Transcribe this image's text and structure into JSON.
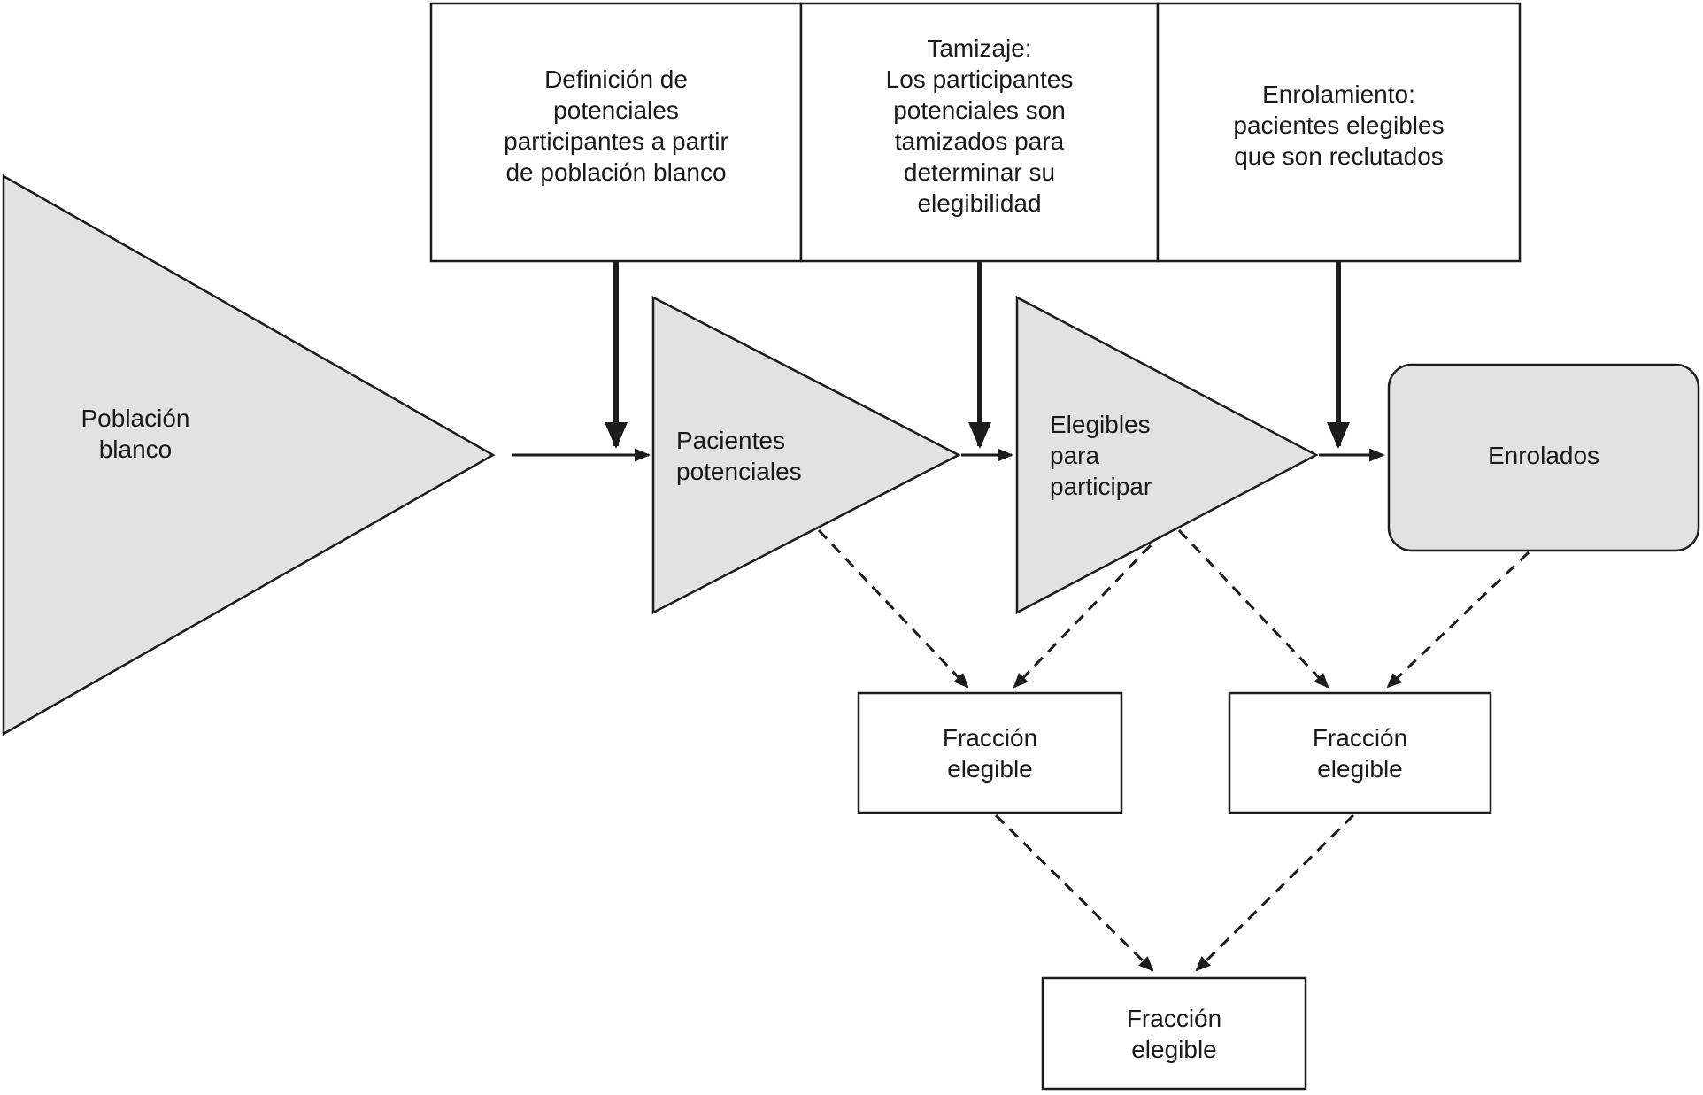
{
  "colors": {
    "shape_fill": "#e2e2e2",
    "box_fill": "#ffffff",
    "line": "#1c1c1c",
    "text": "#1a1a1a",
    "background": "#ffffff"
  },
  "process_boxes": [
    {
      "label": "Definición de\npotenciales\nparticipantes a partir\nde población blanco"
    },
    {
      "label": "Tamizaje:\nLos participantes\npotenciales son\ntamizados para\ndeterminar su\nelegibilidad"
    },
    {
      "label": "Enrolamiento:\npacientes elegibles\nque son reclutados"
    }
  ],
  "funnel_stages": [
    {
      "label": "Población\nblanco",
      "shape": "triangle"
    },
    {
      "label": "Pacientes\npotenciales",
      "shape": "triangle"
    },
    {
      "label": "Elegibles\npara\nparticipar",
      "shape": "triangle"
    },
    {
      "label": "Enrolados",
      "shape": "rounded-box"
    }
  ],
  "fraction_boxes": [
    {
      "label": "Fracción\nelegible"
    },
    {
      "label": "Fracción\nelegible"
    },
    {
      "label": "Fracción\nelegible"
    }
  ]
}
